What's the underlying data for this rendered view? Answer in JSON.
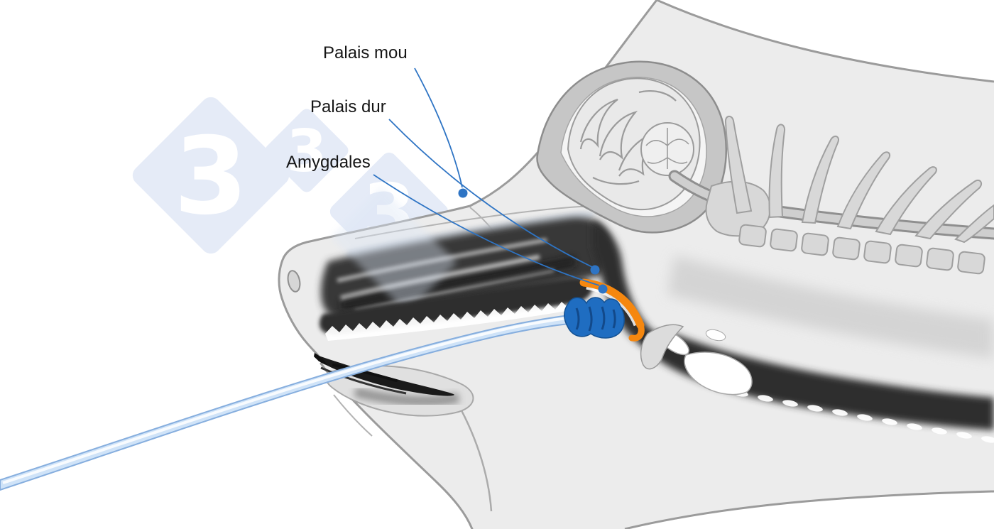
{
  "annotations": {
    "palais_mou": {
      "label": "Palais mou"
    },
    "palais_dur": {
      "label": "Palais dur"
    },
    "amygdales": {
      "label": "Amygdales"
    }
  },
  "watermark": {
    "d1": "3",
    "d2": "3",
    "d3": "3"
  },
  "colors": {
    "leader_blue": "#2e74c4",
    "soft_palate_orange": "#f5870f",
    "tonsil_blue": "#1f6dc1",
    "swab_blue": "#cfe3f8",
    "swab_edge_blue": "#86aede",
    "watermark_blue": "#e5ebf7"
  }
}
